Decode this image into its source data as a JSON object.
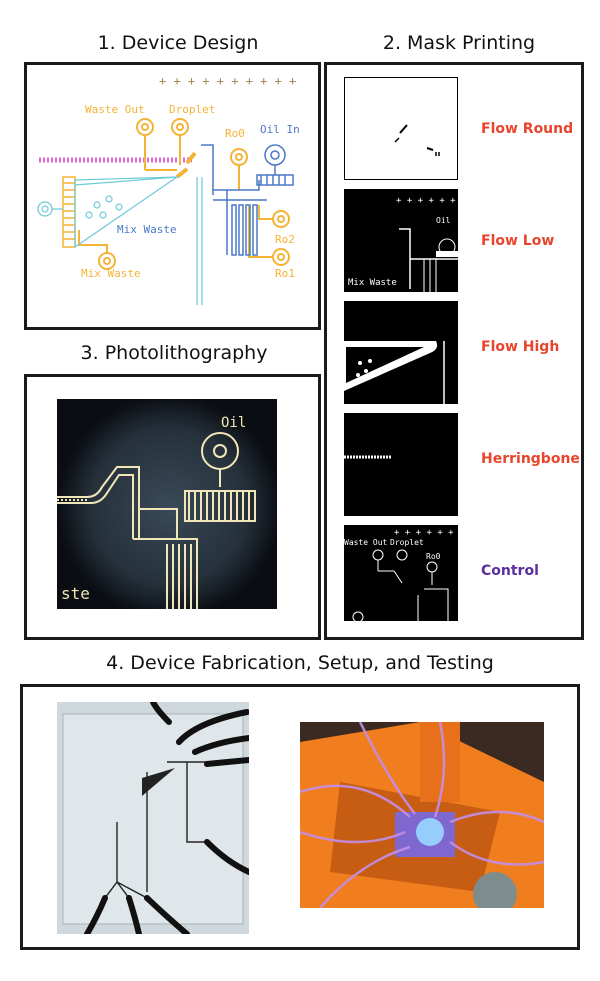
{
  "titles": {
    "design": "1. Device Design",
    "mask": "2. Mask Printing",
    "photo": "3. Photolithography",
    "fab": "4. Device Fabrication, Setup, and Testing"
  },
  "design": {
    "crosses": "+ + + + + + + + + +",
    "waste_out": "Waste Out",
    "droplet": "Droplet",
    "ro0": "Ro0",
    "oil_in": "Oil In",
    "mix_waste_center": "Mix Waste",
    "mix_waste_bottom": "Mix Waste",
    "ro2": "Ro2",
    "ro1": "Ro1"
  },
  "mask": {
    "labels": [
      "Flow Round",
      "Flow Low",
      "Flow High",
      "Herringbone",
      "Control"
    ],
    "label_colors": [
      "#e8452c",
      "#e8452c",
      "#e8452c",
      "#e8452c",
      "#5b2d9e"
    ],
    "thumb_low_text": "Mix Waste",
    "thumb_low_oil": "Oil",
    "thumb_ctrl_waste": "Waste Out",
    "thumb_ctrl_droplet": "Droplet",
    "thumb_ctrl_ro": "Ro0",
    "thumb_ctrl_crosses": "+ + + + + + + +"
  },
  "photo": {
    "oil_text": "Oil",
    "corner_text": "ste"
  },
  "colors": {
    "orange": "#f5b335",
    "blue": "#4a79c9",
    "cyan": "#6cc9d6",
    "pink": "#e26ad8",
    "red_label": "#e8452c",
    "purple_label": "#5b2d9e"
  }
}
